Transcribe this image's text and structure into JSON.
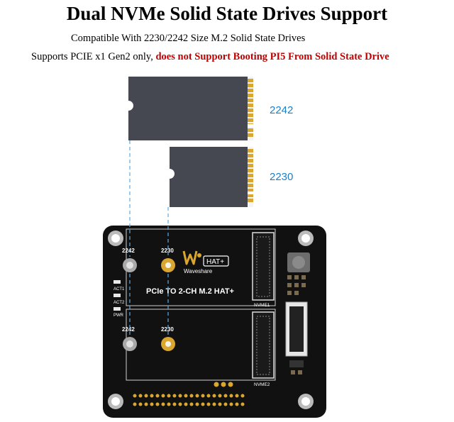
{
  "title": "Dual NVMe Solid State Drives Support",
  "subtitle": "Compatible With 2230/2242 Size M.2 Solid State Drives",
  "note_prefix": "Supports PCIE x1 Gen2 only, ",
  "note_warning": "does not Support Booting PI5 From Solid State Drive",
  "ssd_labels": [
    "2242",
    "2230"
  ],
  "board": {
    "hole_labels": [
      "2242",
      "2230",
      "2242",
      "2230"
    ],
    "brand": "Waveshare",
    "badge": "HAT+",
    "product_name": "PCIe TO 2-CH M.2 HAT+",
    "connector_labels": [
      "NVME1",
      "NVME2"
    ],
    "led_labels": [
      "ACT1",
      "ACT2",
      "PWR"
    ]
  },
  "colors": {
    "ssd_body": "#454850",
    "gold_contact": "#d9a730",
    "pcb": "#111111",
    "label_blue": "#1a7fc8",
    "warning_red": "#c30000"
  }
}
